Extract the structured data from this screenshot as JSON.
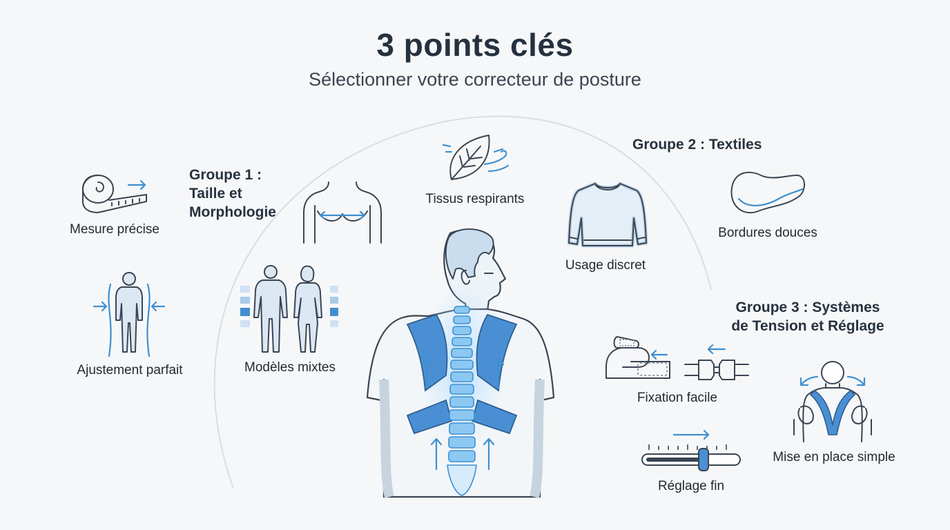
{
  "header": {
    "title": "3 points clés",
    "subtitle": "Sélectionner votre correcteur de posture"
  },
  "groups": {
    "g1": {
      "line1": "Groupe 1 :",
      "line2": "Taille et",
      "line3": "Morphologie"
    },
    "g2": {
      "title": "Groupe 2 : Textiles"
    },
    "g3": {
      "line1": "Groupe 3 : Systèmes",
      "line2": "de Tension et Réglage"
    }
  },
  "items": {
    "mesure": "Mesure précise",
    "ajustement": "Ajustement parfait",
    "modeles": "Modèles mixtes",
    "tissus": "Tissus respirants",
    "usage": "Usage discret",
    "bordures": "Bordures douces",
    "fixation": "Fixation facile",
    "reglage": "Réglage fin",
    "miseenplace": "Mise en place simple"
  },
  "colors": {
    "accent": "#3e8fd0",
    "brace": "#4a8fd4",
    "line": "#3a4553",
    "background": "#f6f7f8"
  },
  "icons": [
    "measuring-tape-icon",
    "body-fit-icon",
    "male-female-icon",
    "chest-width-icon",
    "leaf-breeze-icon",
    "sweater-icon",
    "soft-edge-icon",
    "velcro-strap-icon",
    "buckle-icon",
    "slider-icon",
    "back-brace-icon",
    "posture-man-illustration"
  ]
}
